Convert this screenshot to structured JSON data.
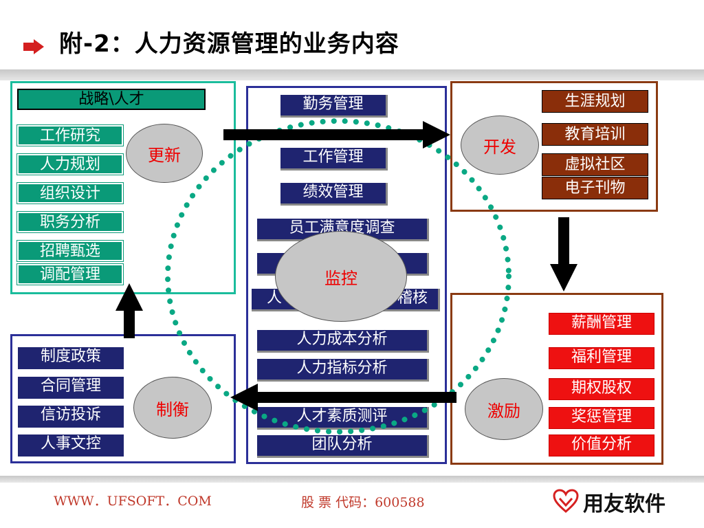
{
  "title": "附-2：人力资源管理的业务内容",
  "left_top": {
    "header": "战略\\人才",
    "items": [
      "工作研究",
      "人力规划",
      "组织设计",
      "职务分析",
      "招聘甄选",
      "调配管理"
    ],
    "oval": "更新"
  },
  "left_bottom": {
    "items": [
      "制度政策",
      "合同管理",
      "信访投诉",
      "人事文控"
    ],
    "oval": "制衡"
  },
  "center": {
    "top_items": [
      "勤务管理",
      "工作管理",
      "绩效管理"
    ],
    "partial_1": "员工满意度调查",
    "partial_3_left": "人",
    "partial_3_right": "稽核",
    "items": [
      "人力成本分析",
      "人力指标分析",
      "人才素质测评",
      "团队分析"
    ],
    "oval": "监控"
  },
  "right_top": {
    "items": [
      "生涯规划",
      "教育培训",
      "虚拟社区",
      "电子刊物"
    ],
    "oval": "开发"
  },
  "right_bottom": {
    "items": [
      "薪酬管理",
      "福利管理",
      "期权股权",
      "奖惩管理",
      "价值分析"
    ],
    "oval": "激励"
  },
  "footer": {
    "website": "WWW．UFSOFT．COM",
    "stock": "股 票 代码：600588",
    "brand": "用友软件"
  },
  "colors": {
    "teal": "#0a9a78",
    "navy": "#1f2470",
    "brown": "#8a2e0a",
    "red": "#ee1111",
    "dots": "#0aa884"
  }
}
